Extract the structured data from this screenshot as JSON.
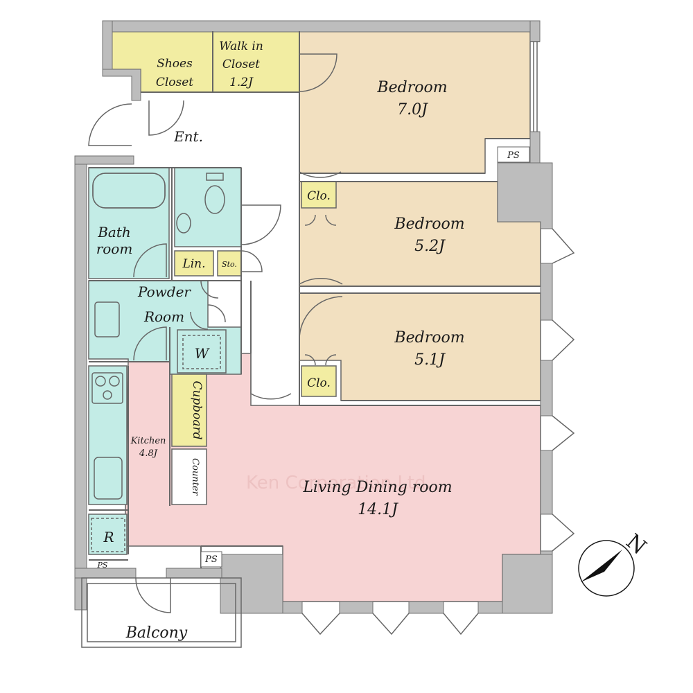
{
  "colors": {
    "wall": "#bdbdbd",
    "wall_stroke": "#707070",
    "bedroom": "#f2e0c0",
    "living": "#f7d4d4",
    "wet": "#c3ece6",
    "storage": "#f2eda2",
    "white": "#ffffff",
    "line": "#666666"
  },
  "rooms": {
    "bedroom1": {
      "name": "Bedroom",
      "size": "7.0J"
    },
    "bedroom2": {
      "name": "Bedroom",
      "size": "5.2J"
    },
    "bedroom3": {
      "name": "Bedroom",
      "size": "5.1J"
    },
    "ldk": {
      "name": "Living Dining room",
      "size": "14.1J"
    },
    "kitchen": {
      "name": "Kitchen",
      "size": "4.8J"
    },
    "walkin": {
      "line1": "Walk in",
      "line2": "Closet",
      "size": "1.2J"
    },
    "shoes": {
      "line1": "Shoes",
      "line2": "Closet"
    },
    "entrance": "Ent.",
    "bathroom": {
      "line1": "Bath",
      "line2": "room"
    },
    "powder": {
      "line1": "Powder",
      "line2": "Room"
    },
    "linen": "Lin.",
    "storage": "Sto.",
    "washer": "W",
    "closet_a": "Clo.",
    "closet_b": "Clo.",
    "cupboard": "Cupboard",
    "counter": "Counter",
    "refrigerator": "R",
    "ps_top": "PS",
    "ps_mid": "PS",
    "ps_left": "PS",
    "balcony": "Balcony"
  },
  "watermark": "Ken Corporation Ltd.",
  "compass": {
    "label": "N"
  }
}
